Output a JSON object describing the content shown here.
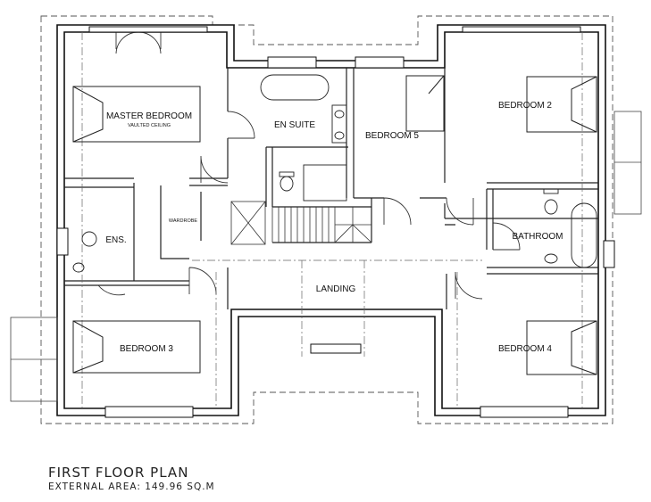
{
  "plan": {
    "title": "FIRST FLOOR PLAN",
    "external_area": "EXTERNAL AREA: 149.96 SQ.M"
  },
  "rooms": {
    "master_bedroom": "MASTER BEDROOM",
    "vaulted_ceiling": "VAULTED CEILING",
    "en_suite": "EN SUITE",
    "bedroom_5": "BEDROOM 5",
    "bedroom_2": "BEDROOM 2",
    "wardrobe": "WARDROBE",
    "ens": "ENS.",
    "bathroom": "BATHROOM",
    "landing": "LANDING",
    "bedroom_3": "BEDROOM 3",
    "bedroom_4": "BEDROOM 4"
  }
}
